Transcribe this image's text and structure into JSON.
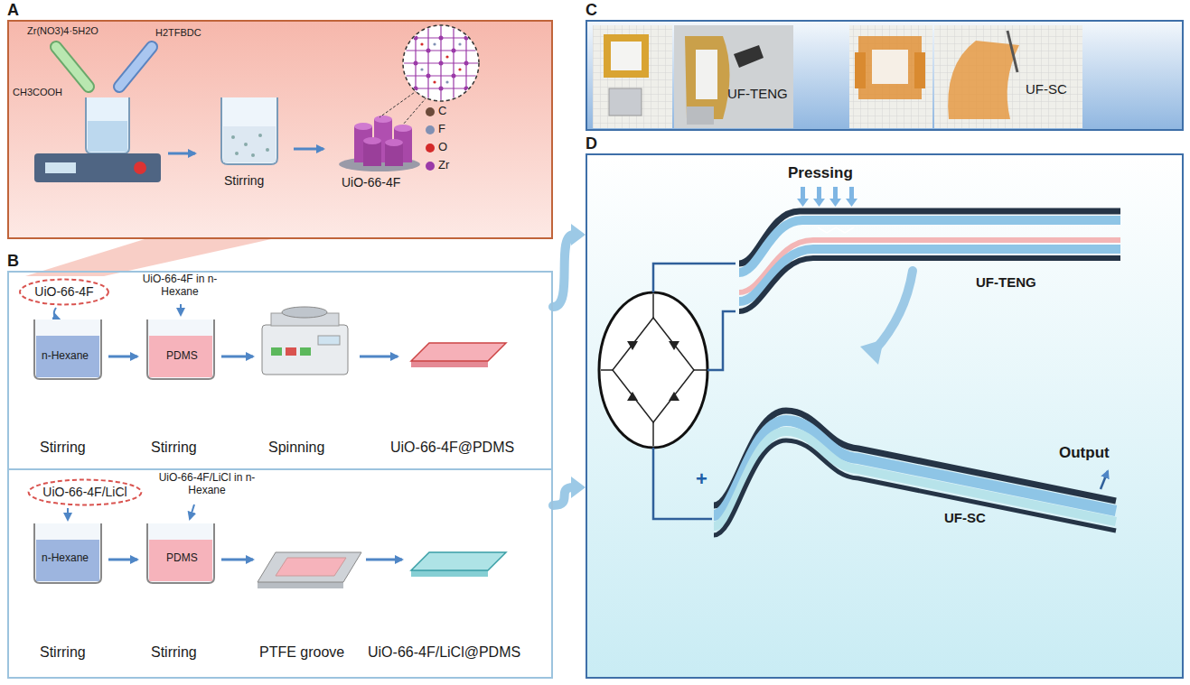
{
  "diagram": {
    "nodes": [
      {
        "text": [
          "A"
        ]
      },
      {
        "text": [
          "C"
        ]
      },
      {
        "text": [
          "B"
        ]
      },
      {
        "text": [
          "UiO-66-4F in n-Hexane",
          "Stirring",
          "Stirring",
          "Spinning",
          "UiO-66-4F@PDMS"
        ],
        "in": 2
      },
      {
        "text": [
          "UiO-66-4F"
        ],
        "in": 3
      },
      {
        "text": [
          "UiO-66-4F/LiCl in n-Hexane",
          "Stirring",
          "Stirring",
          "PTFE groove",
          "UiO-66-4F/LiCl@PDMS"
        ],
        "in": 2
      },
      {
        "text": [
          "UiO-66-4F/LiCl"
        ],
        "in": 5
      },
      {
        "text": [
          "D"
        ]
      }
    ],
    "edges": [
      {
        "from": 3,
        "to": 7,
        "arrow": "to"
      },
      {
        "from": 5,
        "to": 7,
        "arrow": "to"
      }
    ],
    "labels": [
      "Zr(NO3)4·5H2O",
      "H2TFBDC",
      "CH3COOH",
      "Stirring",
      "UiO-66-4F",
      "n-Hexane",
      "PDMS",
      "n-Hexane",
      "PDMS",
      "UF-TENG",
      "UF-SC",
      "Pressing",
      "UF-TENG",
      "Output",
      "+",
      "UF-SC"
    ],
    "legend": [
      {
        "text": "C",
        "color": "#6b4a3a"
      },
      {
        "text": "F",
        "color": "#8190b3"
      },
      {
        "text": "O",
        "color": "#d42a2a"
      },
      {
        "text": "Zr",
        "color": "#9b3aa8"
      }
    ]
  }
}
